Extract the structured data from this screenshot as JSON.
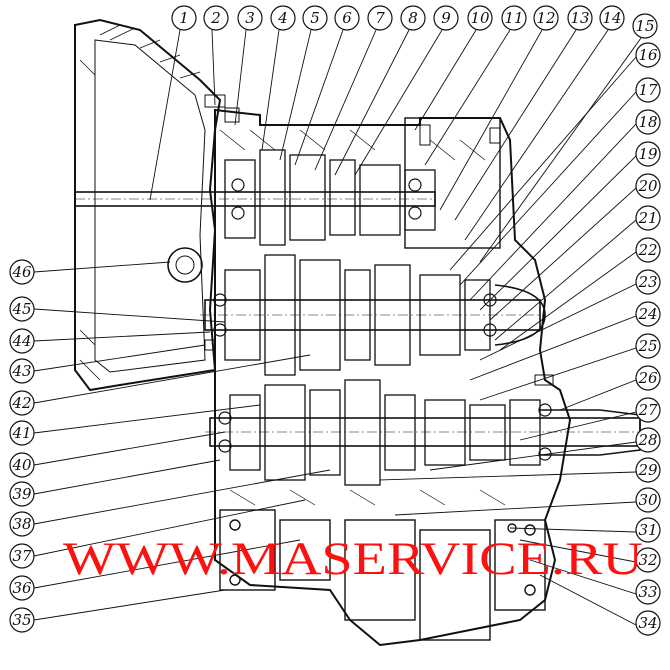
{
  "callouts": {
    "top": [
      "1",
      "2",
      "3",
      "4",
      "5",
      "6",
      "7",
      "8",
      "9",
      "10",
      "11",
      "12",
      "13",
      "14",
      "15"
    ],
    "right": [
      "16",
      "17",
      "18",
      "19",
      "20",
      "21",
      "22",
      "23",
      "24",
      "25",
      "26",
      "27",
      "28",
      "29",
      "30",
      "31",
      "32",
      "33",
      "34"
    ],
    "left": [
      "35",
      "36",
      "37",
      "38",
      "39",
      "40",
      "41",
      "42",
      "43",
      "44",
      "45",
      "46"
    ]
  },
  "watermark": "WWW.MASERVICE.RU",
  "colors": {
    "line": "#111111",
    "watermark": "#ff1010",
    "background": "#ffffff"
  }
}
